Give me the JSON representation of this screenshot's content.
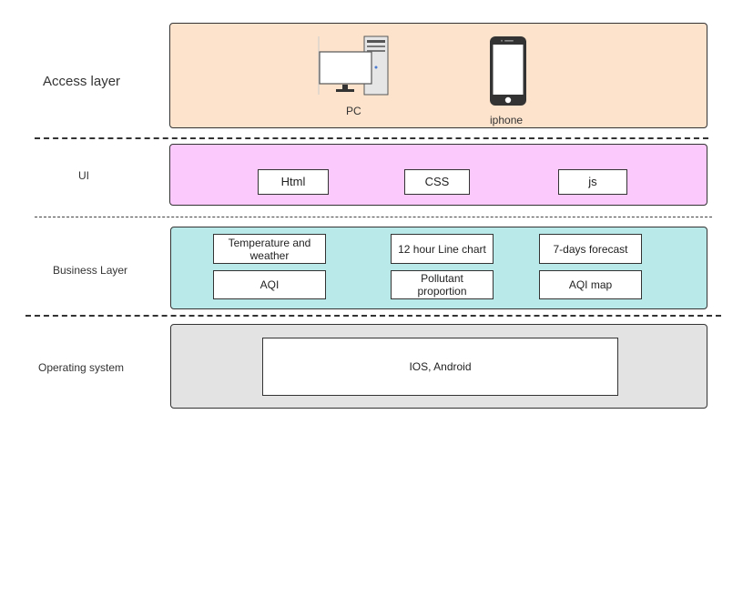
{
  "layers": {
    "access": {
      "label": "Access layer",
      "devices": {
        "pc": "PC",
        "iphone": "iphone"
      },
      "color": "#fde3cc"
    },
    "ui": {
      "label": "UI",
      "items": [
        "Html",
        "CSS",
        "js"
      ],
      "color": "#fcc9fc"
    },
    "business": {
      "label": "Business Layer",
      "items": [
        "Temperature and weather",
        "12 hour Line chart",
        "7-days forecast",
        "AQI",
        "Pollutant proportion",
        "AQI map"
      ],
      "color": "#b9e9e9"
    },
    "os": {
      "label": "Operating system",
      "items": [
        "IOS, Android"
      ],
      "color": "#e3e3e3"
    }
  }
}
